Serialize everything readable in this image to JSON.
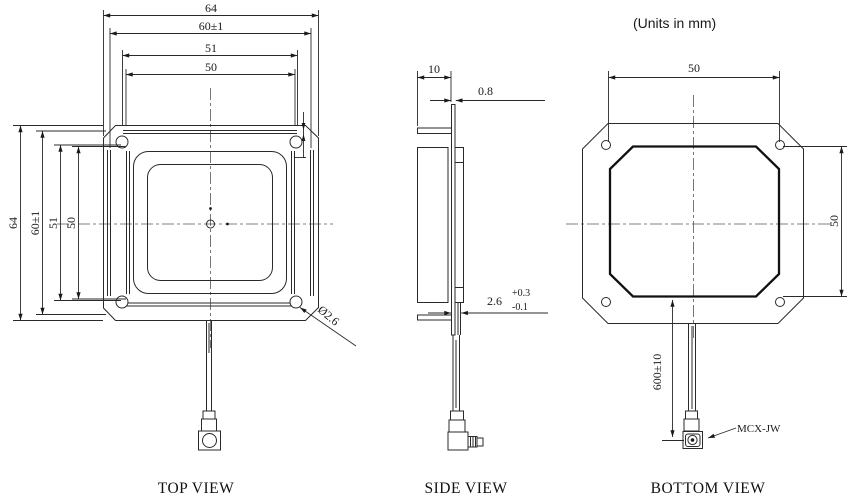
{
  "note": "(Units in mm)",
  "colors": {
    "line": "#2a2a2a",
    "thick_line": "#111111",
    "background": "#ffffff"
  },
  "views": {
    "top": {
      "label": "TOP VIEW",
      "dims": {
        "outer_width": "64",
        "bracket_width": "60±1",
        "frame_width": "51",
        "patch_width": "50",
        "outer_height": "64",
        "bracket_height": "60±1",
        "frame_height": "51",
        "patch_height": "50",
        "hole_diameter": "Ø2.6"
      }
    },
    "side": {
      "label": "SIDE VIEW",
      "dims": {
        "total_thickness": "10",
        "plate_thickness": "0.8",
        "patch_thickness": "2.6",
        "patch_tol_plus": "+0.3",
        "patch_tol_minus": "-0.1"
      }
    },
    "bottom": {
      "label": "BOTTOM VIEW",
      "dims": {
        "patch_width": "50",
        "patch_height": "50",
        "cable_length": "600±10",
        "connector": "MCX-JW"
      }
    }
  }
}
